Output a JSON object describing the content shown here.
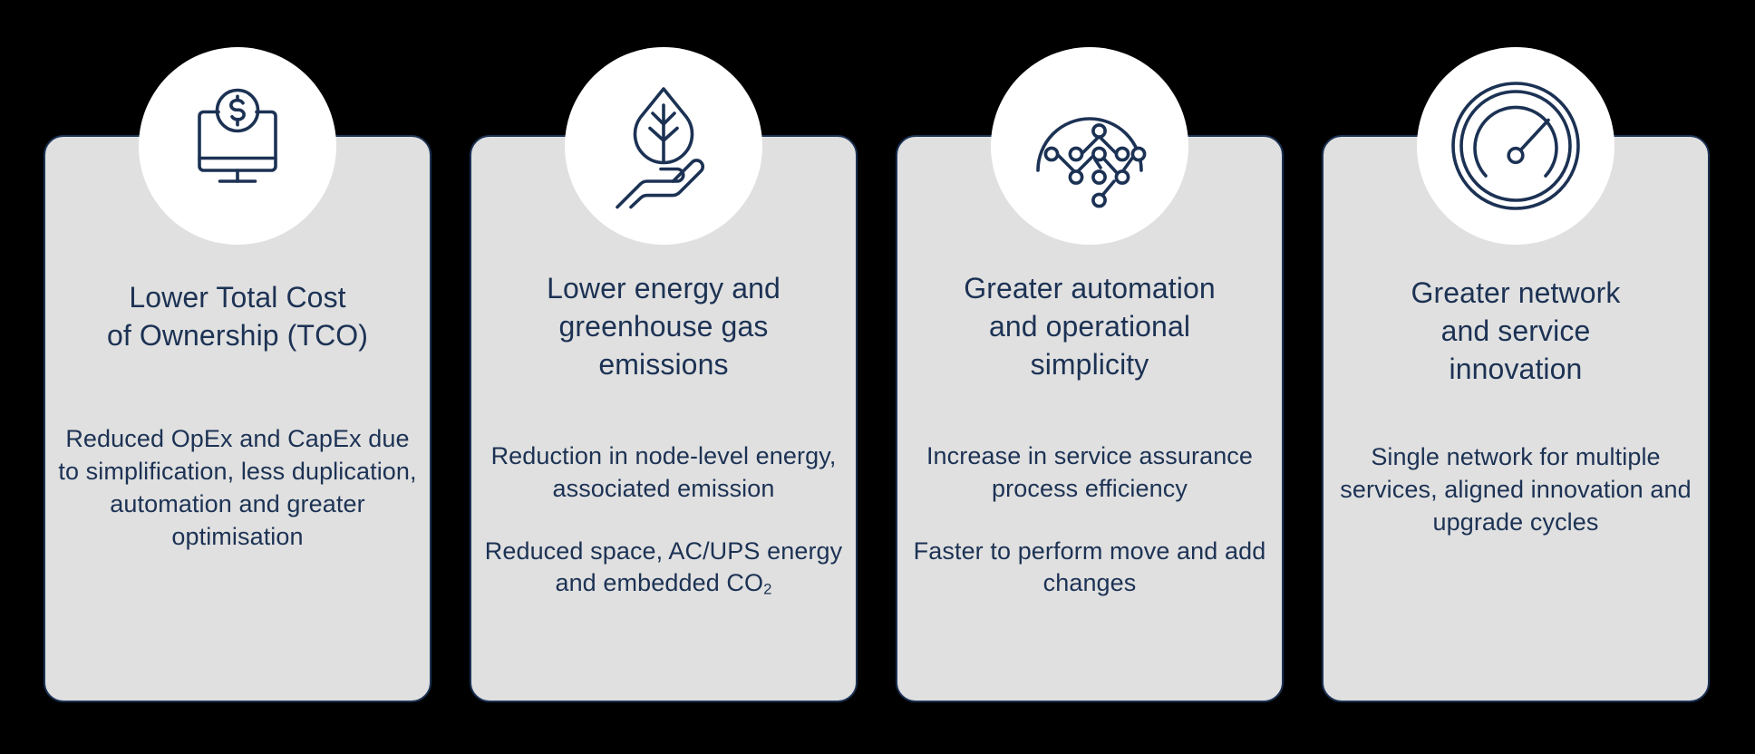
{
  "theme": {
    "background": "#000000",
    "card_background": "#e0e0e0",
    "card_border": "#1c3254",
    "text_color": "#1c3254",
    "icon_circle_background": "#ffffff",
    "icon_stroke": "#1c3254"
  },
  "cards": [
    {
      "icon_name": "monitor-dollar-icon",
      "title": "Lower Total Cost\nof Ownership (TCO)",
      "title_lines": [
        "Lower Total Cost",
        "of Ownership (TCO)"
      ],
      "paragraphs": [
        "Reduced OpEx and CapEx due to simplification, less duplication, automation and greater optimisation"
      ]
    },
    {
      "icon_name": "leaf-in-hand-icon",
      "title": "Lower energy and\ngreenhouse gas\nemissions",
      "title_lines": [
        "Lower energy and",
        "greenhouse gas",
        "emissions"
      ],
      "paragraphs": [
        "Reduction in node-level energy, associated emission",
        "Reduced space, AC/UPS energy and embedded CO2"
      ]
    },
    {
      "icon_name": "network-nodes-icon",
      "title": "Greater automation\nand operational\nsimplicity",
      "title_lines": [
        "Greater automation",
        "and operational",
        "simplicity"
      ],
      "paragraphs": [
        "Increase in service assurance process efficiency",
        "Faster to perform move and add changes"
      ]
    },
    {
      "icon_name": "speedometer-icon",
      "title": "Greater network\nand service\ninnovation",
      "title_lines": [
        "Greater network",
        "and service",
        "innovation"
      ],
      "paragraphs": [
        "Single network for multiple services, aligned innovation and upgrade cycles"
      ]
    }
  ]
}
